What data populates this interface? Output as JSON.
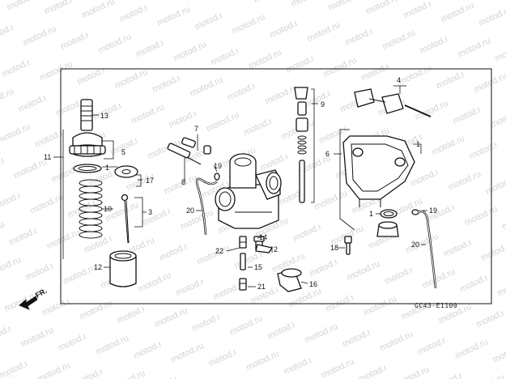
{
  "diagram": {
    "watermark_text": "motod.ru",
    "figure_code": "GC43-E1100",
    "direction_label": "FR.",
    "callouts": {
      "c1a": "1",
      "c1b": "1",
      "c1c": "1",
      "c2": "2",
      "c3": "3",
      "c4": "4",
      "c5": "5",
      "c6": "6",
      "c7": "7",
      "c8": "8",
      "c9": "9",
      "c10": "10",
      "c11": "11",
      "c12": "12",
      "c13": "13",
      "c14": "14",
      "c15": "15",
      "c16": "16",
      "c17": "17",
      "c18": "18",
      "c19a": "19",
      "c19b": "19",
      "c20a": "20",
      "c20b": "20",
      "c21": "21",
      "c22": "22"
    }
  }
}
